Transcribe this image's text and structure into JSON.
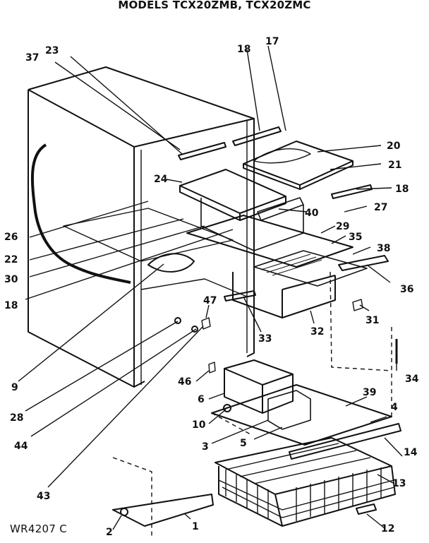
{
  "header": {
    "title": "MODELS TCX20ZMB, TCX20ZMC"
  },
  "footer": {
    "diagram_code": "WR4207 C"
  },
  "callouts": {
    "c1": "1",
    "c2": "2",
    "c3": "3",
    "c4": "4",
    "c5": "5",
    "c6": "6",
    "c9": "9",
    "c10": "10",
    "c12": "12",
    "c13": "13",
    "c14": "14",
    "c17": "17",
    "c18a": "18",
    "c18b": "18",
    "c18c": "18",
    "c20": "20",
    "c21": "21",
    "c22": "22",
    "c23": "23",
    "c24": "24",
    "c26": "26",
    "c27": "27",
    "c28": "28",
    "c29": "29",
    "c30": "30",
    "c31": "31",
    "c32": "32",
    "c33": "33",
    "c34": "34",
    "c35": "35",
    "c36": "36",
    "c37": "37",
    "c38": "38",
    "c39": "39",
    "c40": "40",
    "c43": "43",
    "c44": "44",
    "c46": "46",
    "c47": "47"
  }
}
